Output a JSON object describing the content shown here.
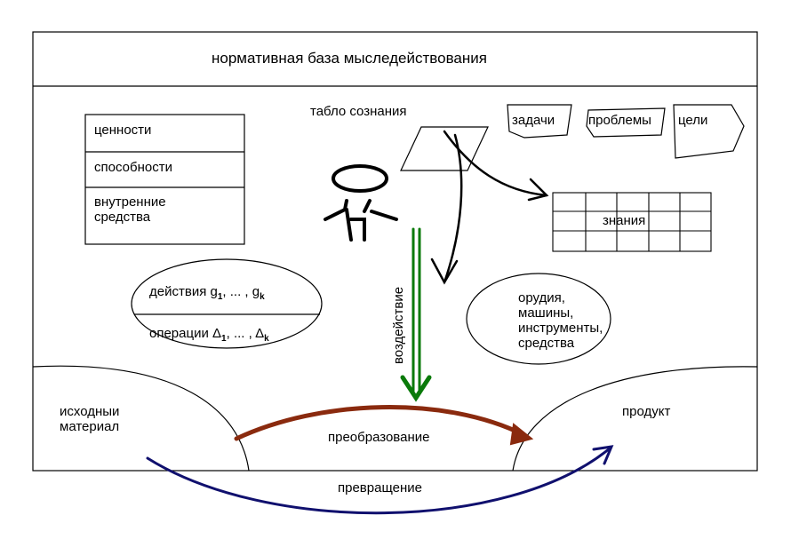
{
  "title": "нормативная база мыследействования",
  "values_box": {
    "row1": "ценности",
    "row2": "способности",
    "row3_line1": "внутренние",
    "row3_line2": "средства"
  },
  "consciousness": "табло сознания",
  "tags": {
    "tasks": "задачи",
    "problems": "проблемы",
    "goals": "цели"
  },
  "knowledge": "знания",
  "ellipse_left": {
    "actions_prefix": "действия",
    "actions_symbol": "g",
    "actions_sub1": "1",
    "actions_sub_k": "k",
    "ops_prefix": "операции",
    "ops_symbol": "Δ",
    "ops_sub1": "1",
    "ops_sub_k": "k",
    "ellipsis": ", ... ,"
  },
  "ellipse_right": {
    "line1": "орудия,",
    "line2": "машины,",
    "line3": "инструменты,",
    "line4": "средства"
  },
  "impact": "воздействие",
  "source_line1": "исходныи",
  "source_line2": "материал",
  "product": "продукт",
  "transformation": "преобразование",
  "conversion": "превращение",
  "colors": {
    "impact_arrow": "#0a7a0a",
    "transformation_arrow": "#8a2a0e",
    "conversion_arrow": "#10106e"
  }
}
